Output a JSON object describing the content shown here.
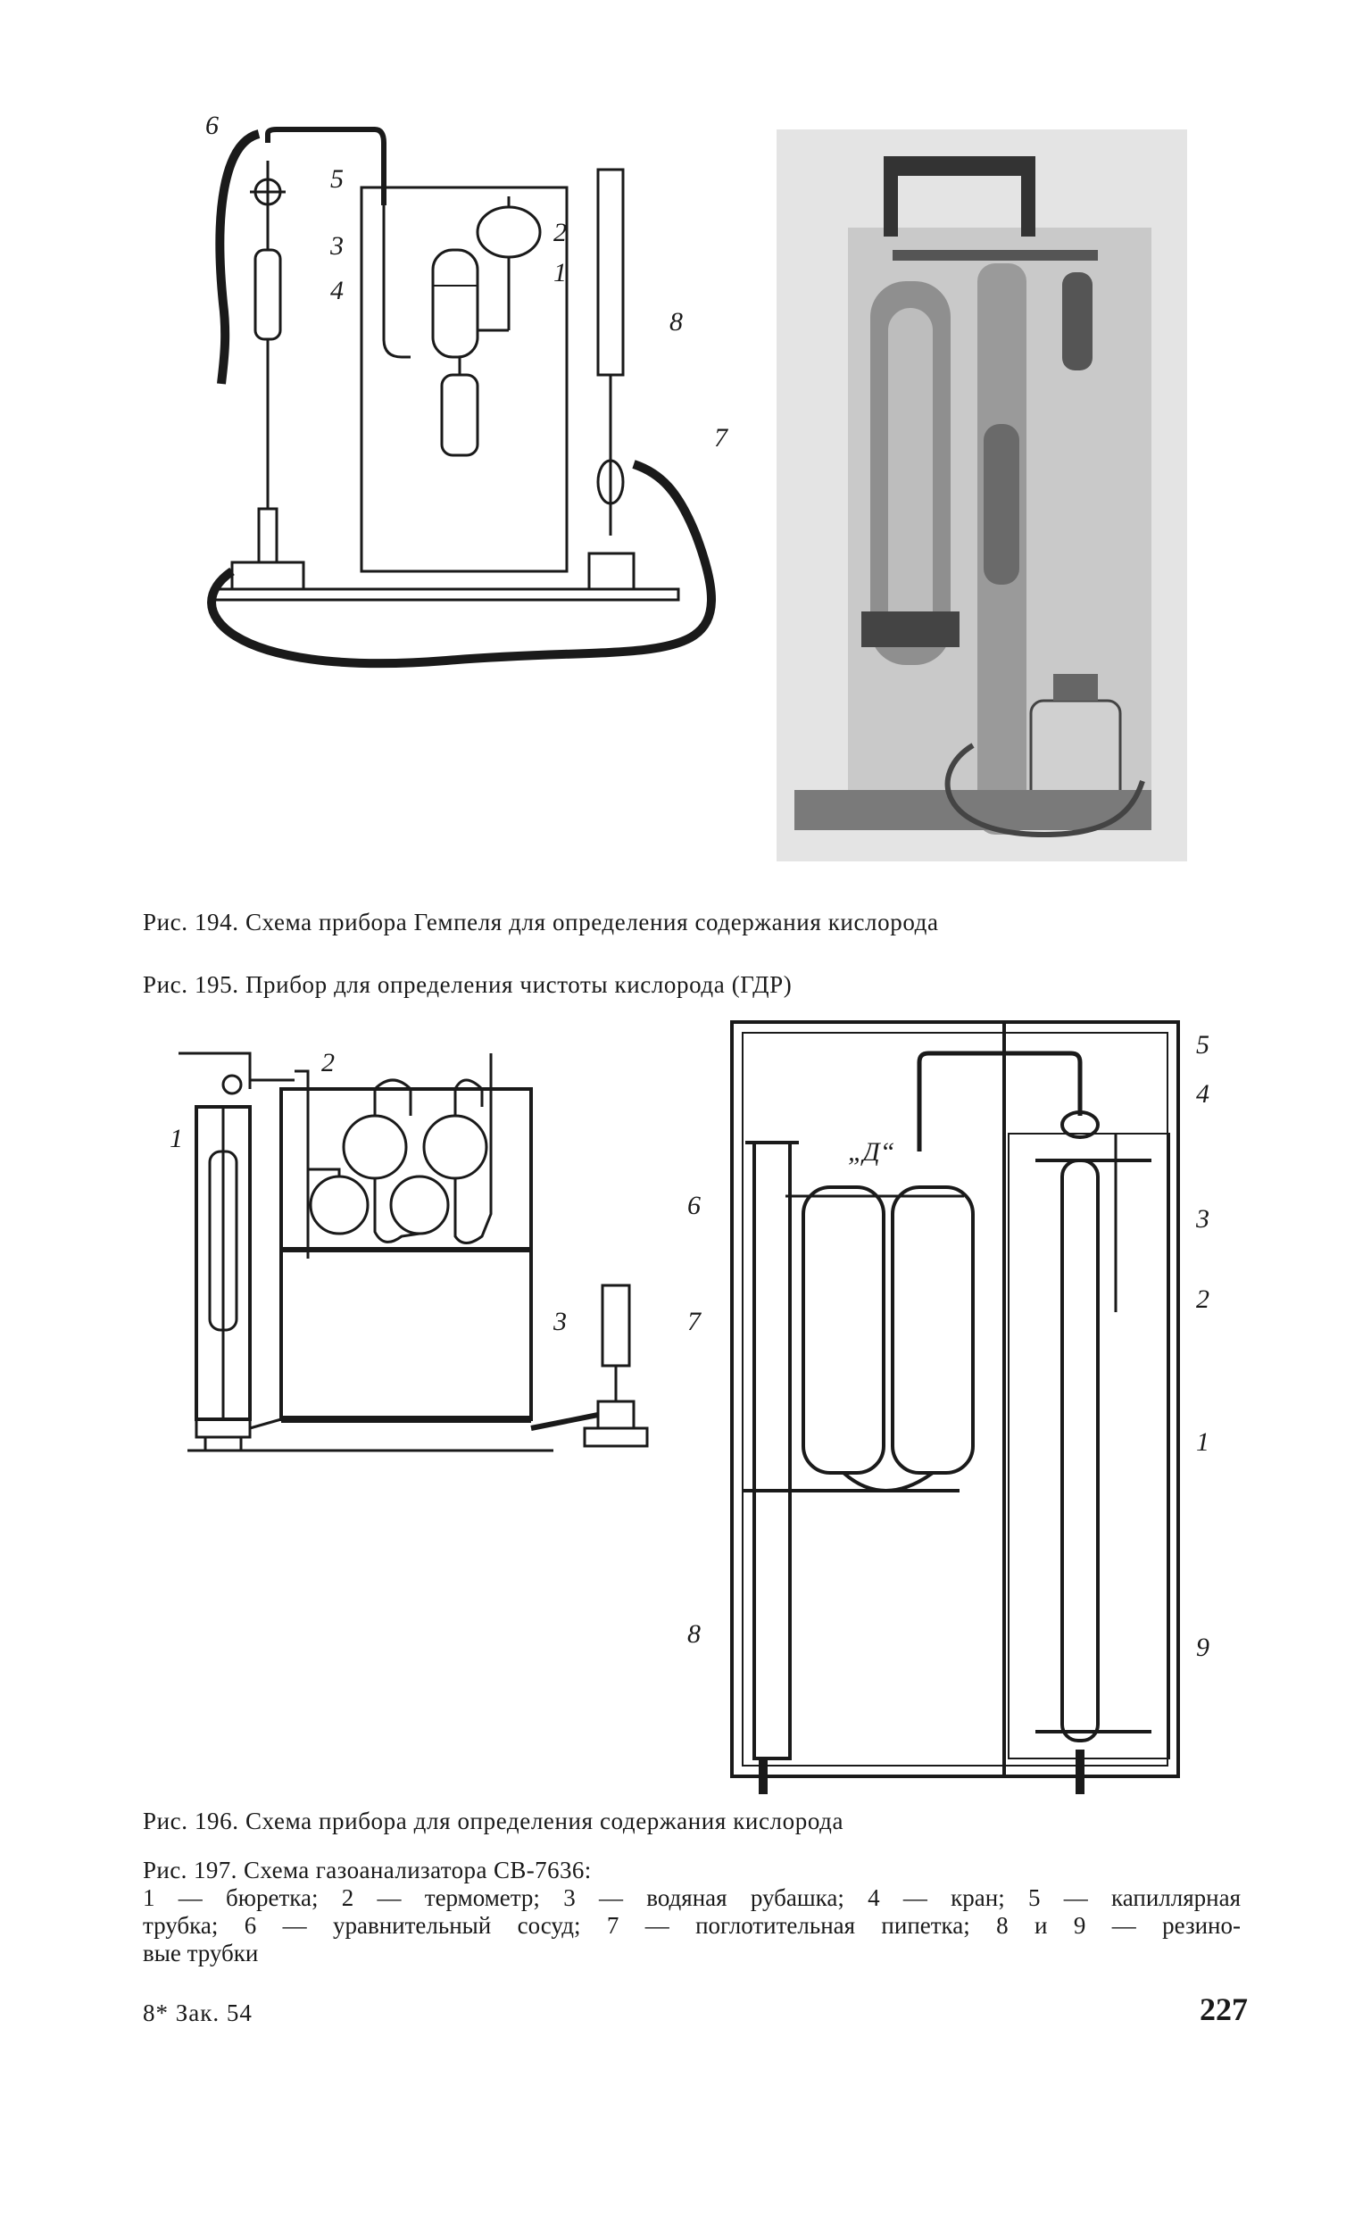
{
  "figures": {
    "fig194": {
      "caption": "Рис. 194. Схема прибора Гемпеля для определения содержания кислорода",
      "labels": [
        "6",
        "5",
        "3",
        "2",
        "1",
        "4",
        "8",
        "7"
      ]
    },
    "fig195": {
      "caption": "Рис. 195. Прибор для определения чистоты кислорода (ГДР)"
    },
    "fig196": {
      "caption": "Рис. 196. Схема прибора для определения содержания кислорода",
      "labels": [
        "2",
        "1",
        "3"
      ]
    },
    "fig197": {
      "caption": "Рис. 197. Схема газоанализатора СВ-7636:",
      "labels": [
        "5",
        "4",
        "3",
        "2",
        "1",
        "6",
        "7",
        "8",
        "9",
        "„Д“"
      ],
      "legend_line1": "1 — бюретка; 2 — термометр; 3 — водяная рубашка; 4 — кран; 5 — капиллярная",
      "legend_line2": "трубка; 6 — уравнительный сосуд; 7 — поглотительная пипетка; 8 и 9 — резино-",
      "legend_line3": "вые трубки"
    }
  },
  "footer": {
    "signature": "8* Зак. 54",
    "page_number": "227"
  }
}
